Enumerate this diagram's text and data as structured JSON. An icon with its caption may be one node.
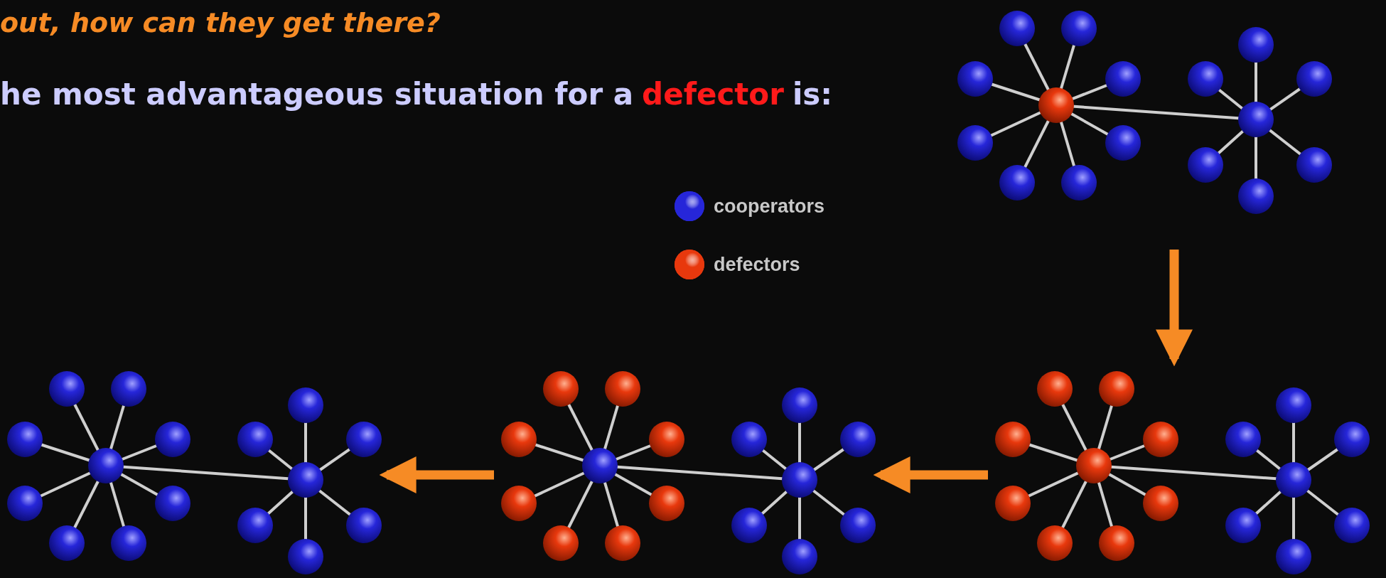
{
  "diagram": {
    "title": "out, how can they get there?",
    "nodes": [
      {
        "text": [],
        "shape": "picture"
      },
      {
        "text": [],
        "shape": "picture"
      },
      {
        "text": [],
        "shape": "picture"
      },
      {
        "text": [],
        "shape": "picture"
      }
    ],
    "edges": [
      {
        "from": 0,
        "to": 1,
        "arrow": "to"
      },
      {
        "from": 1,
        "to": 2,
        "arrow": "to"
      },
      {
        "from": 2,
        "to": 3,
        "arrow": "to"
      }
    ],
    "labels": [
      "he most advantageous situation for a",
      "defector",
      "is:"
    ],
    "legend": [
      {
        "text": "cooperators",
        "color": "#2626d9"
      },
      {
        "text": "defectors",
        "color": "#e8380d"
      }
    ]
  }
}
